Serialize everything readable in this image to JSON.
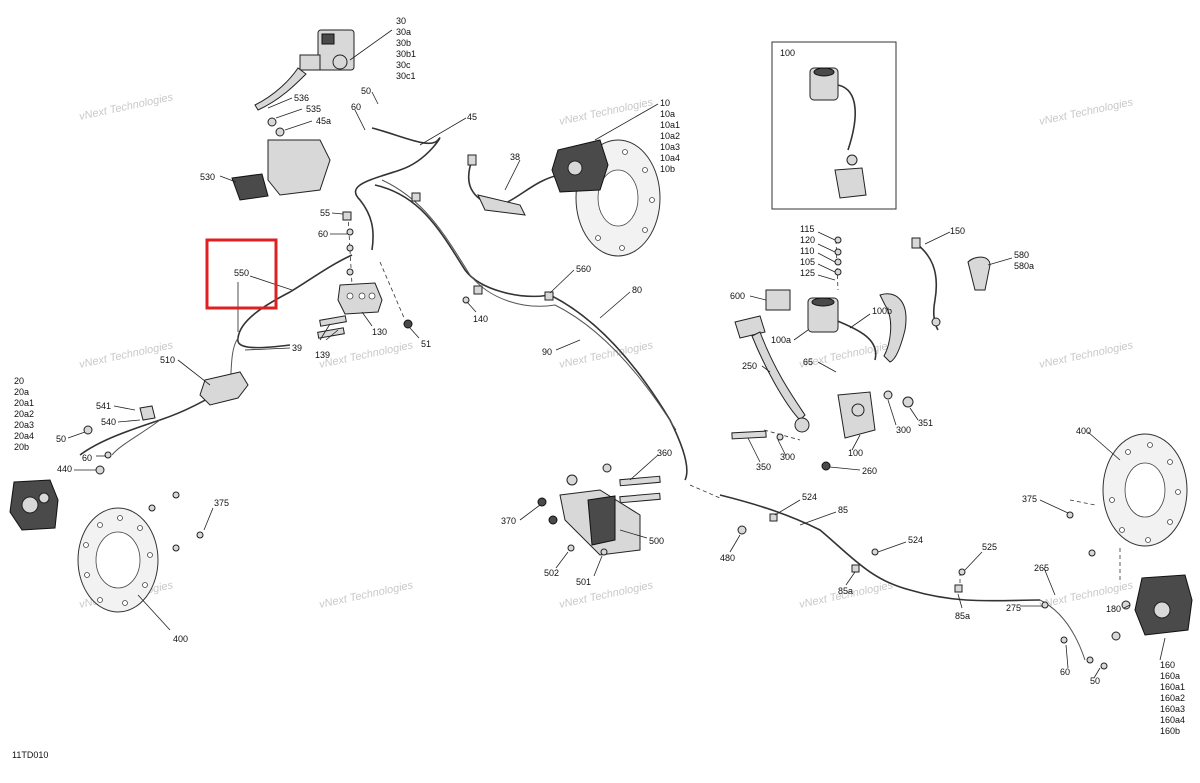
{
  "drawing_code": "11TD010",
  "watermark": "vNext Technologies",
  "highlight": {
    "color": "#e02020",
    "label": "550"
  },
  "inset_label": "100",
  "labels": {
    "l30": "30",
    "l30a": "30a",
    "l30b": "30b",
    "l30b1": "30b1",
    "l30c": "30c",
    "l30c1": "30c1",
    "l536": "536",
    "l535": "535",
    "l45a": "45a",
    "l530": "530",
    "l50a": "50",
    "l60a": "60",
    "l45": "45",
    "l55": "55",
    "l60b": "60",
    "l550": "550",
    "l130": "130",
    "l139": "139",
    "l51": "51",
    "l39": "39",
    "l510": "510",
    "l20": "20",
    "l20a": "20a",
    "l20a1": "20a1",
    "l20a2": "20a2",
    "l20a3": "20a3",
    "l20a4": "20a4",
    "l20b": "20b",
    "l541": "541",
    "l540": "540",
    "l50b": "50",
    "l60c": "60",
    "l440": "440",
    "l375a": "375",
    "l400a": "400",
    "l10": "10",
    "l10a": "10a",
    "l10a1": "10a1",
    "l10a2": "10a2",
    "l10a3": "10a3",
    "l10a4": "10a4",
    "l10b": "10b",
    "l38": "38",
    "l560": "560",
    "l140": "140",
    "l80": "80",
    "l90": "90",
    "l360": "360",
    "l370": "370",
    "l500": "500",
    "l502": "502",
    "l501": "501",
    "l524a": "524",
    "l85": "85",
    "l480": "480",
    "l524b": "524",
    "l85a1": "85a",
    "l525": "525",
    "l85a2": "85a",
    "l115": "115",
    "l120": "120",
    "l110": "110",
    "l105": "105",
    "l125": "125",
    "l150": "150",
    "l580": "580",
    "l580a": "580a",
    "l600": "600",
    "l100b": "100b",
    "l100a": "100a",
    "l65": "65",
    "l250": "250",
    "l300a": "300",
    "l351": "351",
    "l300b": "300",
    "l100c": "100",
    "l350": "350",
    "l260": "260",
    "l400b": "400",
    "l375b": "375",
    "l265": "265",
    "l275": "275",
    "l180": "180",
    "l60d": "60",
    "l50c": "50",
    "l160": "160",
    "l160a": "160a",
    "l160a1": "160a1",
    "l160a2": "160a2",
    "l160a3": "160a3",
    "l160a4": "160a4",
    "l160b": "160b"
  }
}
